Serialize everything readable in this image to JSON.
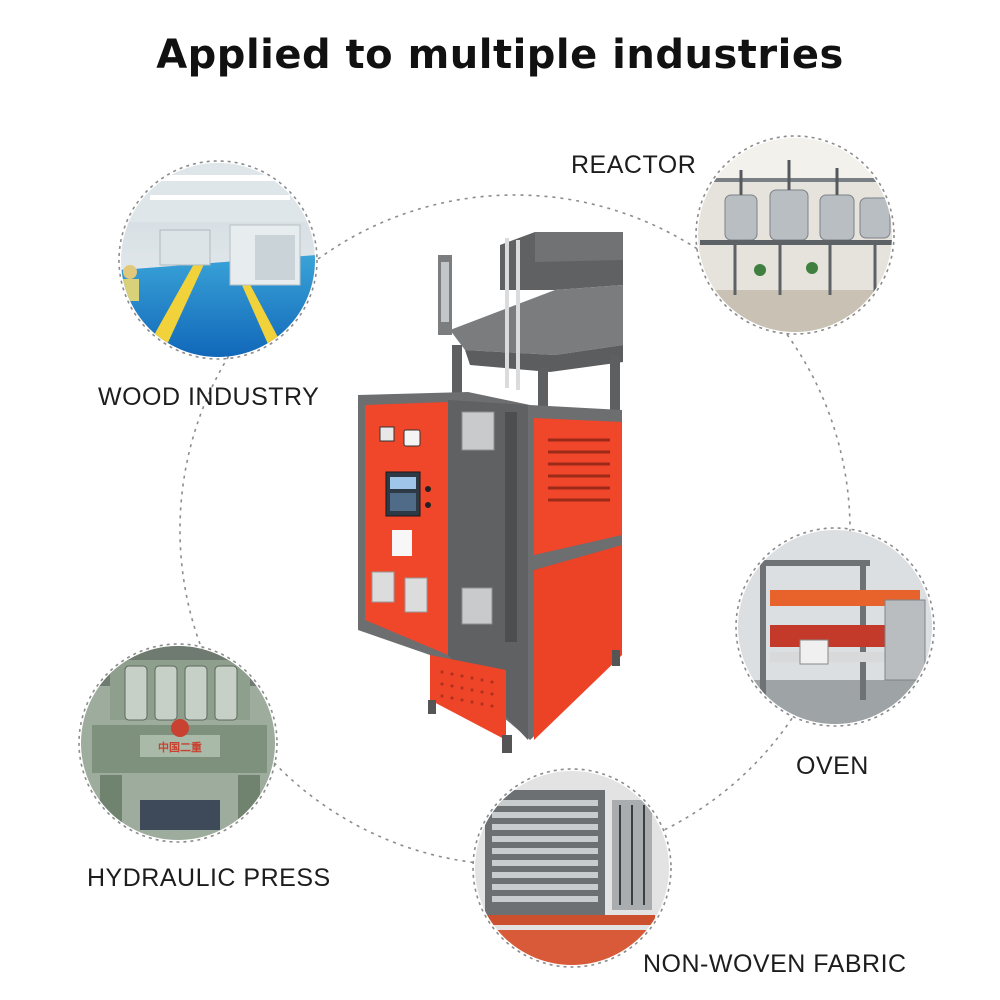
{
  "title": "Applied to multiple industries",
  "industries": [
    {
      "label": "WOOD INDUSTRY",
      "photo": "factory-floor-photo"
    },
    {
      "label": "REACTOR",
      "photo": "reactor-tanks-photo"
    },
    {
      "label": "OVEN",
      "photo": "oven-machinery-photo"
    },
    {
      "label": "NON-WOVEN FABRIC",
      "photo": "multi-layer-press-photo"
    },
    {
      "label": "HYDRAULIC PRESS",
      "photo": "hydraulic-press-photo"
    }
  ],
  "product": {
    "name": "mold-temperature-controller",
    "body_color": "#f0462a",
    "frame_color": "#6d6d6d"
  }
}
